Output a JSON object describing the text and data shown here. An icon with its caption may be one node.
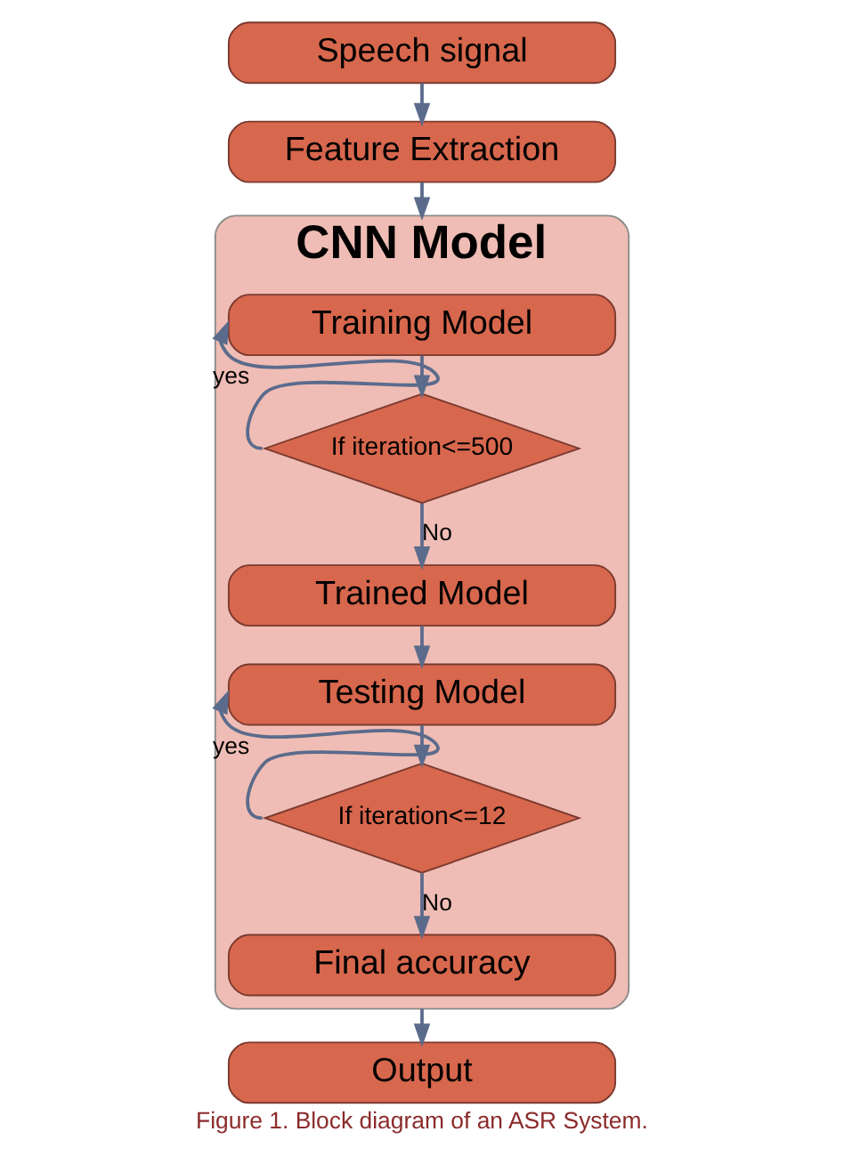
{
  "diagram": {
    "caption": "Figure 1. Block diagram of an ASR System.",
    "nodes": [
      {
        "text": [
          "Speech signal"
        ]
      },
      {
        "text": [
          "Feature Extraction"
        ]
      },
      {
        "text": [
          "CNN Model"
        ]
      },
      {
        "text": [
          "Training Model"
        ],
        "in": 2
      },
      {
        "text": [
          "If iteration<=500"
        ],
        "in": 2
      },
      {
        "text": [
          "Trained Model"
        ],
        "in": 2
      },
      {
        "text": [
          "Testing Model"
        ],
        "in": 2
      },
      {
        "text": [
          "If iteration<=12"
        ],
        "in": 2
      },
      {
        "text": [
          "Final accuracy"
        ],
        "in": 2
      },
      {
        "text": [
          "Output"
        ]
      }
    ],
    "edges": [
      {
        "from": 0,
        "to": 1,
        "arrow": "to"
      },
      {
        "from": 1,
        "to": 2,
        "arrow": "to"
      },
      {
        "from": 3,
        "to": 4,
        "arrow": "to"
      },
      {
        "from": 4,
        "to": 3,
        "arrow": "to",
        "label": "yes"
      },
      {
        "from": 4,
        "to": 5,
        "arrow": "to",
        "label": "No"
      },
      {
        "from": 5,
        "to": 6,
        "arrow": "to"
      },
      {
        "from": 6,
        "to": 7,
        "arrow": "to"
      },
      {
        "from": 7,
        "to": 6,
        "arrow": "to",
        "label": "yes"
      },
      {
        "from": 7,
        "to": 8,
        "arrow": "to",
        "label": "No"
      },
      {
        "from": 2,
        "to": 9,
        "arrow": "to"
      }
    ]
  }
}
